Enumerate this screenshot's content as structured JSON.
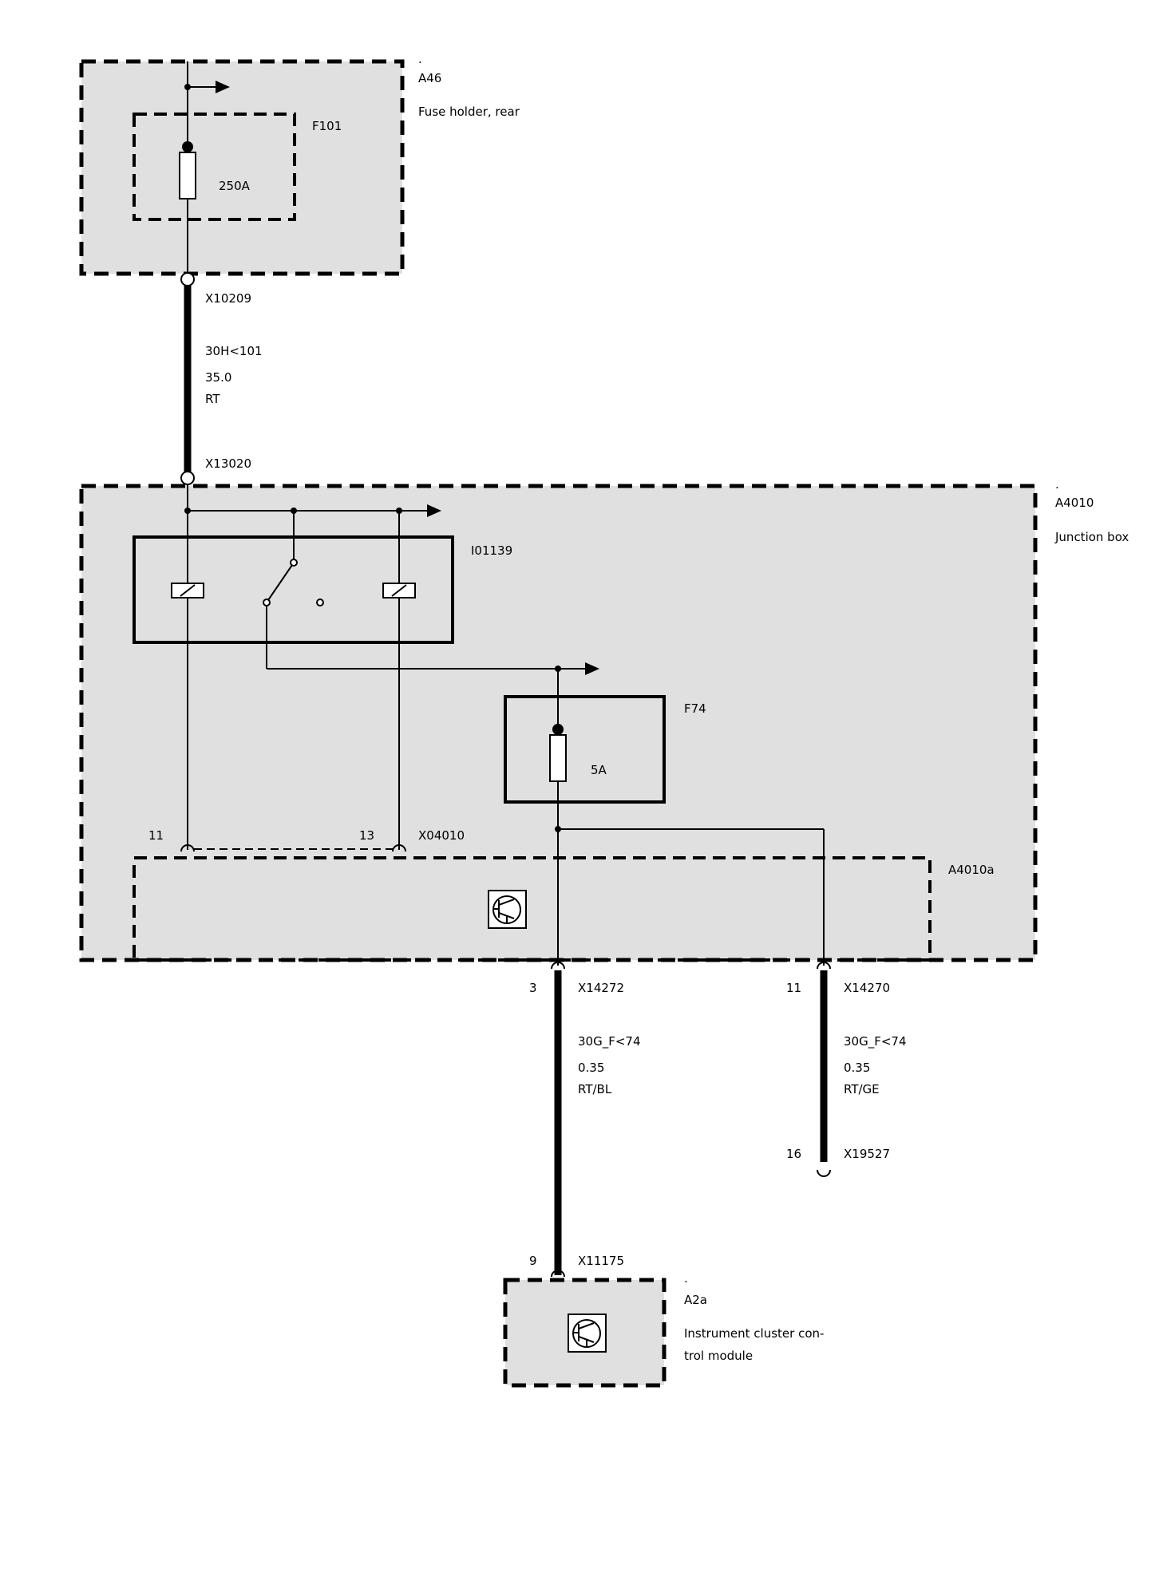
{
  "colors": {
    "box_fill": "#e0e0e0",
    "line": "#000000"
  },
  "components": {
    "a46": {
      "dot": ".",
      "id": "A46",
      "name": "Fuse holder, rear"
    },
    "f101": {
      "id": "F101",
      "rating": "250A"
    },
    "a4010": {
      "dot": ".",
      "id": "A4010",
      "name": "Junction box"
    },
    "relay": {
      "id": "I01139"
    },
    "f74": {
      "id": "F74",
      "rating": "5A"
    },
    "a4010a": {
      "id": "A4010a"
    },
    "a2a": {
      "dot": ".",
      "id": "A2a",
      "name_line1": "Instrument cluster con-",
      "name_line2": "trol module"
    }
  },
  "connectors": {
    "x10209": "X10209",
    "x13020": "X13020",
    "x04010": {
      "id": "X04010",
      "pin_left": "11",
      "pin_right": "13"
    },
    "x14272": {
      "id": "X14272",
      "pin": "3"
    },
    "x14270": {
      "id": "X14270",
      "pin": "11"
    },
    "x19527": {
      "id": "X19527",
      "pin": "16"
    },
    "x11175": {
      "id": "X11175",
      "pin": "9"
    }
  },
  "wires": {
    "main": {
      "signal": "30H<101",
      "gauge": "35.0",
      "color": "RT"
    },
    "w_left": {
      "signal": "30G_F<74",
      "gauge": "0.35",
      "color": "RT/BL"
    },
    "w_right": {
      "signal": "30G_F<74",
      "gauge": "0.35",
      "color": "RT/GE"
    }
  },
  "icons": [
    "transistor-icon",
    "fuse-icon",
    "relay-coil-icon",
    "switch-icon",
    "arrow-icon"
  ]
}
